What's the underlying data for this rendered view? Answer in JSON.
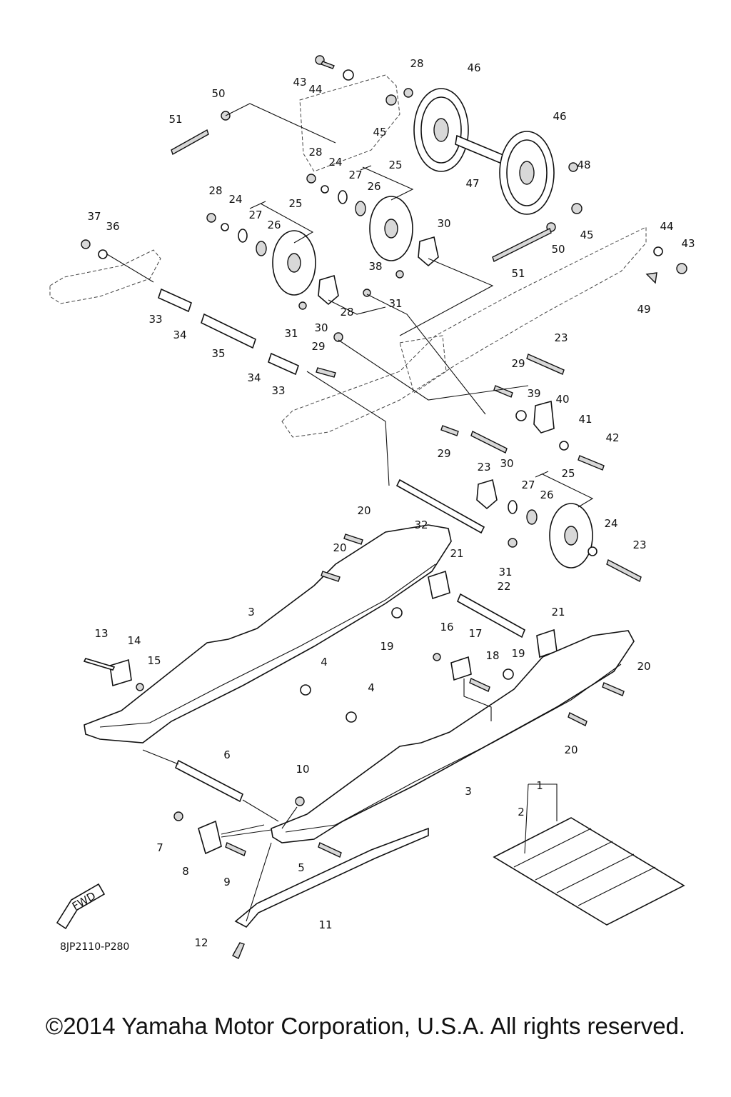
{
  "diagram": {
    "code": "8JP2110-P280",
    "fwd_label": "FWD",
    "copyright": "©2014 Yamaha Motor Corporation, U.S.A. All rights reserved."
  },
  "callouts": {
    "c1": "1",
    "c2": "2",
    "c3a": "3",
    "c3b": "3",
    "c4a": "4",
    "c4b": "4",
    "c5": "5",
    "c6": "6",
    "c7": "7",
    "c8": "8",
    "c9": "9",
    "c10": "10",
    "c11": "11",
    "c12": "12",
    "c13": "13",
    "c14": "14",
    "c15": "15",
    "c16": "16",
    "c17": "17",
    "c18": "18",
    "c19a": "19",
    "c19b": "19",
    "c20a": "20",
    "c20b": "20",
    "c20c": "20",
    "c20d": "20",
    "c21a": "21",
    "c21b": "21",
    "c22": "22",
    "c23a": "23",
    "c23b": "23",
    "c23c": "23",
    "c24a": "24",
    "c24b": "24",
    "c24c": "24",
    "c25a": "25",
    "c25b": "25",
    "c25c": "25",
    "c26a": "26",
    "c26b": "26",
    "c26c": "26",
    "c27a": "27",
    "c27b": "27",
    "c27c": "27",
    "c28a": "28",
    "c28b": "28",
    "c28c": "28",
    "c28d": "28",
    "c29a": "29",
    "c29b": "29",
    "c29c": "29",
    "c30a": "30",
    "c30b": "30",
    "c30c": "30",
    "c31a": "31",
    "c31b": "31",
    "c31c": "31",
    "c32": "32",
    "c33a": "33",
    "c33b": "33",
    "c34a": "34",
    "c34b": "34",
    "c35": "35",
    "c36": "36",
    "c37": "37",
    "c38": "38",
    "c39": "39",
    "c40": "40",
    "c41": "41",
    "c42": "42",
    "c43a": "43",
    "c43b": "43",
    "c44a": "44",
    "c44b": "44",
    "c45a": "45",
    "c45b": "45",
    "c46a": "46",
    "c46b": "46",
    "c47": "47",
    "c48": "48",
    "c49": "49",
    "c50a": "50",
    "c50b": "50",
    "c51a": "51",
    "c51b": "51"
  }
}
